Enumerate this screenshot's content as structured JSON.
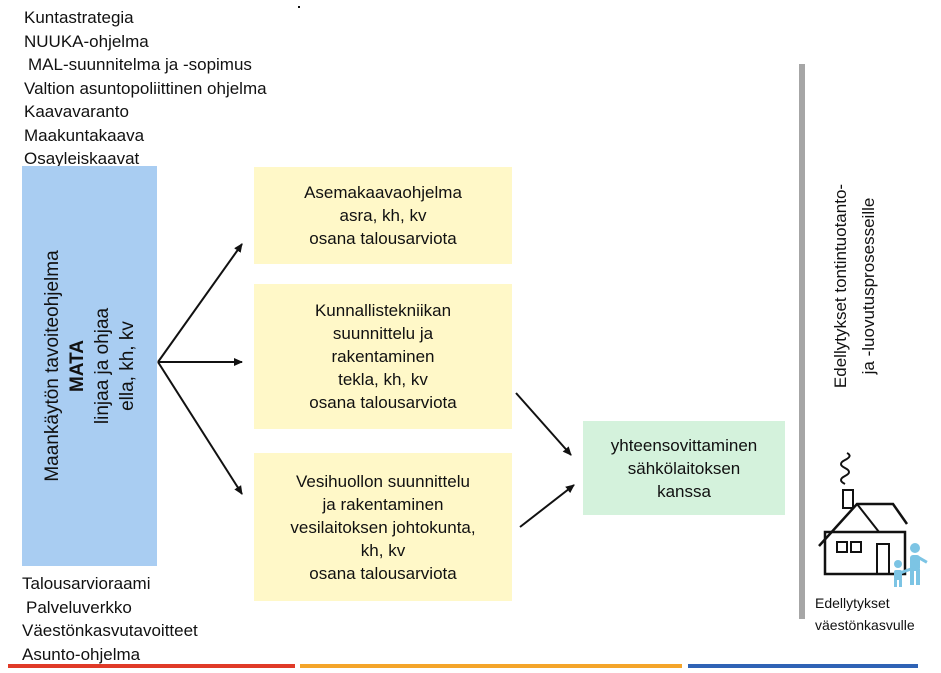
{
  "top_list": [
    "Kuntastrategia",
    "NUUKA-ohjelma",
    "MAL-suunnitelma ja -sopimus",
    "Valtion asuntopoliittinen ohjelma",
    "Kaavavaranto",
    "Maakuntakaava",
    "Osayleiskaavat"
  ],
  "mata": {
    "line1": "Maankäytön tavoiteohjelma",
    "line2": "MATA",
    "line3": "linjaa ja ohjaa",
    "line4": "ella, kh, kv"
  },
  "boxes": {
    "asemakaava": [
      "Asemakaavaohjelma",
      "asra, kh, kv",
      "osana talousarviota"
    ],
    "kunnallistekniikka": [
      "Kunnallistekniikan",
      "suunnittelu ja",
      "rakentaminen",
      "tekla, kh, kv",
      "osana talousarviota"
    ],
    "vesihuolto": [
      "Vesihuollon suunnittelu",
      "ja rakentaminen",
      "vesilaitoksen johtokunta,",
      "kh, kv",
      "osana talousarviota"
    ]
  },
  "green_box": [
    "yhteensovittaminen",
    "sähkölaitoksen",
    "kanssa"
  ],
  "right_text": [
    "Edellytykset tontintuotanto-",
    "ja -luovutusprosesseille"
  ],
  "house_caption": [
    "Edellytykset",
    "väestönkasvulle"
  ],
  "bottom_list": [
    "Talousarvioraami",
    "Palveluverkko",
    "Väestönkasvutavoitteet",
    "Asunto-ohjelma"
  ],
  "colors": {
    "mata_box": "#a9cdf2",
    "yellow_box": "#fff8c8",
    "green_box": "#d4f2dc",
    "divider": "#a6a6a6",
    "figure": "#7cc4e4"
  }
}
